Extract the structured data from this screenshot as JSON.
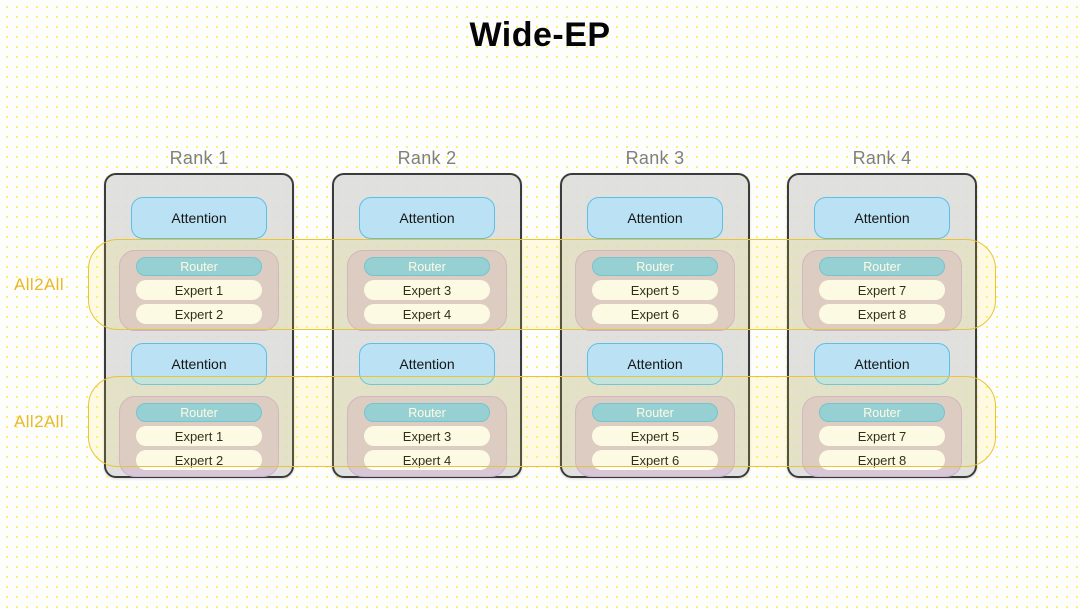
{
  "page": {
    "title": "Wide-EP",
    "background_color": "#fdfdfb",
    "dot_color": "#ffef4a"
  },
  "colors": {
    "rank_label": "#7f7f7f",
    "card_fill": "#d8d8d8",
    "card_border": "#3b3b3b",
    "attention_fill": "#b7e2f5",
    "attention_border": "#5bbfe8",
    "moe_fill": "#d3bacf",
    "moe_border": "#cbafd2",
    "router_fill": "#86ccea",
    "router_text": "#ffffff",
    "expert_fill": "#fdfdfd",
    "a2a_border": "#e8c437",
    "a2a_fill": "rgba(255,232,70,0.14)",
    "a2a_label": "#e8b92a"
  },
  "all2all_bands": [
    {
      "label": "All2All"
    },
    {
      "label": "All2All"
    }
  ],
  "ranks": [
    {
      "title": "Rank 1",
      "layers": [
        {
          "attention": "Attention",
          "router": "Router",
          "experts": [
            "Expert 1",
            "Expert 2"
          ]
        },
        {
          "attention": "Attention",
          "router": "Router",
          "experts": [
            "Expert 1",
            "Expert 2"
          ]
        }
      ]
    },
    {
      "title": "Rank 2",
      "layers": [
        {
          "attention": "Attention",
          "router": "Router",
          "experts": [
            "Expert 3",
            "Expert 4"
          ]
        },
        {
          "attention": "Attention",
          "router": "Router",
          "experts": [
            "Expert 3",
            "Expert 4"
          ]
        }
      ]
    },
    {
      "title": "Rank 3",
      "layers": [
        {
          "attention": "Attention",
          "router": "Router",
          "experts": [
            "Expert 5",
            "Expert 6"
          ]
        },
        {
          "attention": "Attention",
          "router": "Router",
          "experts": [
            "Expert 5",
            "Expert 6"
          ]
        }
      ]
    },
    {
      "title": "Rank 4",
      "layers": [
        {
          "attention": "Attention",
          "router": "Router",
          "experts": [
            "Expert 7",
            "Expert 8"
          ]
        },
        {
          "attention": "Attention",
          "router": "Router",
          "experts": [
            "Expert 7",
            "Expert 8"
          ]
        }
      ]
    }
  ]
}
